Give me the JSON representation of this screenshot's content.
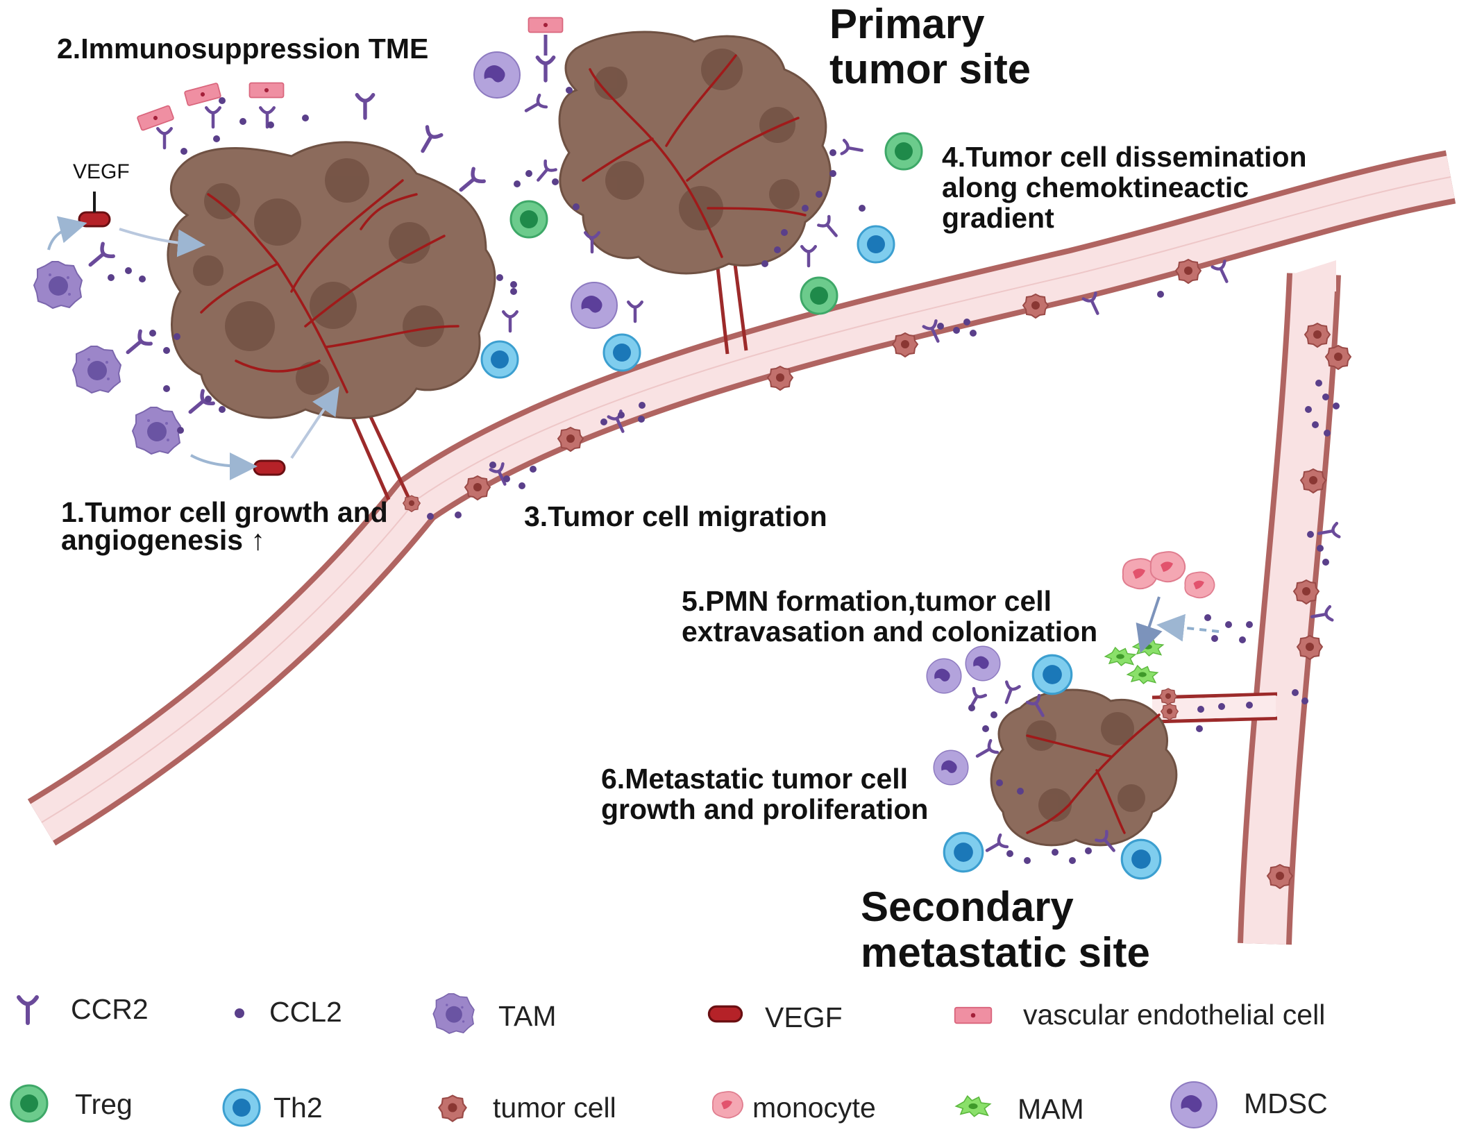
{
  "colors": {
    "vessel_fill": "#f9e2e3",
    "vessel_wall": "#b06461",
    "tumor": "#8c6b5c",
    "tumor_dark": "#6b4b3f",
    "capillary": "#a01a1a",
    "ccr2": "#6a4a9a",
    "ccl2": "#5a3f8a",
    "tam": "#9c86c9",
    "tam_nucleus": "#6a54a3",
    "vegf": "#b52228",
    "endothelial": "#ee8ea0",
    "treg": "#5fbf80",
    "treg_nucleus": "#1f8a4a",
    "th2": "#6bc3e8",
    "th2_nucleus": "#1b78b8",
    "tumor_cell": "#b4625f",
    "monocyte": "#f3a3b0",
    "mam": "#7fd75a",
    "mdsc": "#a895d4",
    "arrow": "#8faecd"
  },
  "labels": {
    "step2": "2.Immunosuppression TME",
    "vegf_small": "VEGF",
    "primary_l1": "Primary",
    "primary_l2": "tumor site",
    "step4_l1": "4.Tumor cell dissemination",
    "step4_l2": "along  chemoktineactic",
    "step4_l3": "gradient",
    "step1_l1": "1.Tumor cell growth  and",
    "step1_l2": "angiogenesis ↑",
    "step3": "3.Tumor cell migration",
    "step5_l1": "5.PMN formation,tumor cell",
    "step5_l2": "extravasation  and colonization",
    "step6_l1": "6.Metastatic tumor cell",
    "step6_l2": "growth and proliferation",
    "secondary_l1": "Secondary",
    "secondary_l2": "metastatic site"
  },
  "legend": {
    "ccr2": "CCR2",
    "ccl2": "CCL2",
    "tam": "TAM",
    "vegf": "VEGF",
    "endothelial": "vascular endothelial cell",
    "treg": "Treg",
    "th2": "Th2",
    "tumor_cell": "tumor cell",
    "monocyte": "monocyte",
    "mam": "MAM",
    "mdsc": "MDSC"
  }
}
